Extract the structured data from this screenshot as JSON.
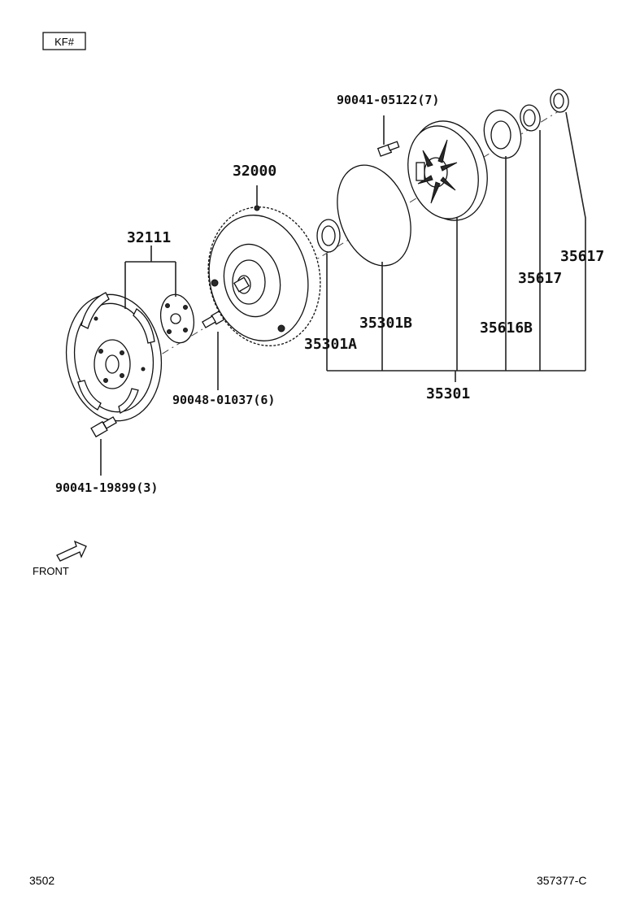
{
  "header": {
    "badge": "KF#"
  },
  "parts": {
    "bolt_pump": "90041-05122(7)",
    "converter": "32000",
    "drive_plate_set": "32111",
    "oil_seal_a": "35301A",
    "o_ring_b": "35301B",
    "bushing_b": "35616B",
    "ring_inner": "35617",
    "ring_outer": "35617",
    "pump_assy": "35301",
    "bolt_converter": "90048-01037(6)",
    "bolt_plate": "90041-19899(3)"
  },
  "direction": {
    "label": "FRONT"
  },
  "footer": {
    "page": "3502",
    "ref": "357377-C"
  }
}
